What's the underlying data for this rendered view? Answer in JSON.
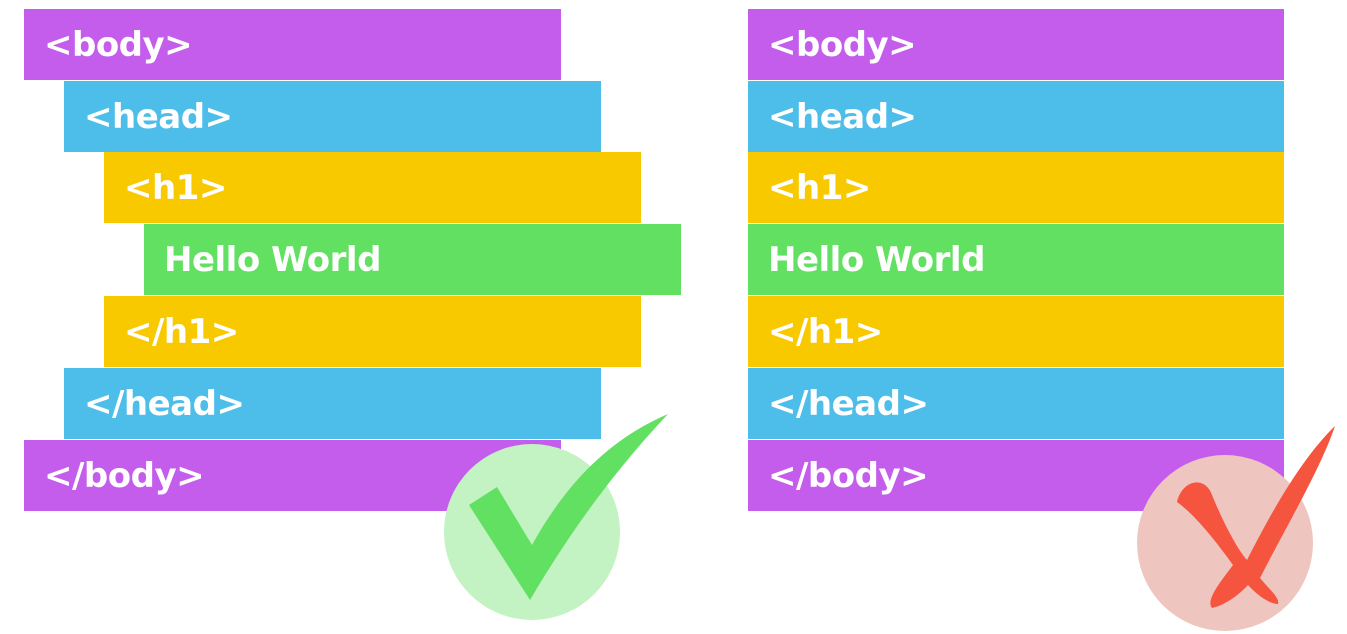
{
  "correct_example": {
    "lines": [
      {
        "text": "<body>",
        "color": "#C45DEC"
      },
      {
        "text": "<head>",
        "color": "#4DBDEA"
      },
      {
        "text": "<h1>",
        "color": "#F9C900"
      },
      {
        "text": "Hello World",
        "color": "#62E062"
      },
      {
        "text": "</h1>",
        "color": "#F9C900"
      },
      {
        "text": "</head>",
        "color": "#4DBDEA"
      },
      {
        "text": "</body>",
        "color": "#C45DEC"
      }
    ],
    "badge_icon": "checkmark-icon",
    "badge_colors": {
      "circle": "#C3F2C3",
      "mark": "#62E062"
    }
  },
  "incorrect_example": {
    "lines": [
      {
        "text": "<body>",
        "color": "#C45DEC"
      },
      {
        "text": "<head>",
        "color": "#4DBDEA"
      },
      {
        "text": "<h1>",
        "color": "#F9C900"
      },
      {
        "text": "Hello World",
        "color": "#62E062"
      },
      {
        "text": "</h1>",
        "color": "#F9C900"
      },
      {
        "text": "</head>",
        "color": "#4DBDEA"
      },
      {
        "text": "</body>",
        "color": "#C45DEC"
      }
    ],
    "badge_icon": "cross-icon",
    "badge_colors": {
      "circle": "#EEC6BF",
      "mark": "#F5553E"
    }
  }
}
